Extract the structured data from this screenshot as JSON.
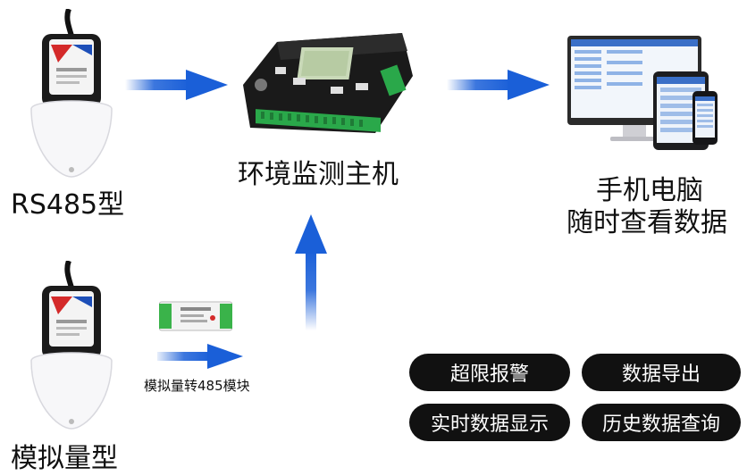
{
  "labels": {
    "sensor_rs485": "RS485型",
    "sensor_analog": "模拟量型",
    "host": "环境监测主机",
    "converter": "模拟量转485模块",
    "view_line1": "手机电脑",
    "view_line2": "随时查看数据"
  },
  "features": [
    "超限报警",
    "数据导出",
    "实时数据显示",
    "历史数据查询"
  ],
  "colors": {
    "arrow": "#1a5fd8",
    "pill_bg": "#111111",
    "pill_text": "#ffffff"
  }
}
